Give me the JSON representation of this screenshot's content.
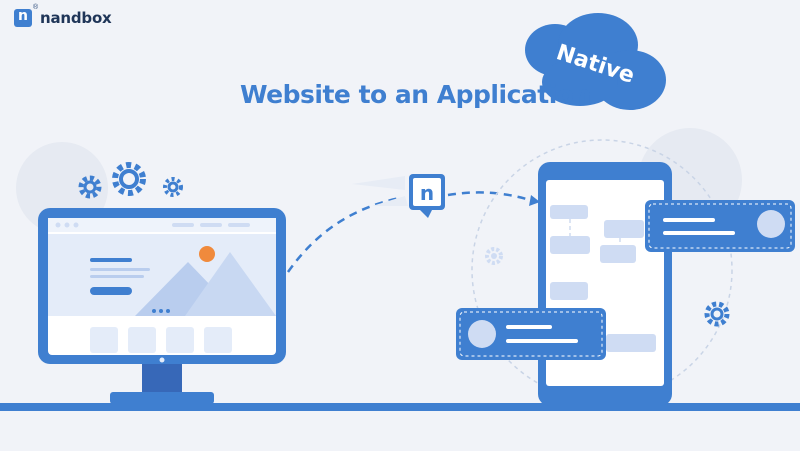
{
  "brand": {
    "mark_letter": "n",
    "name": "nandbox",
    "registered": "®"
  },
  "headline": {
    "main": "Website to an Application",
    "badge": "Native"
  },
  "transfer_badge_letter": "n",
  "colors": {
    "primary": "#3f7fd0",
    "primary_dark": "#3768b8",
    "light_blue": "#cfdcf3",
    "panel": "#e8eef8",
    "accent_orange": "#f08a3c",
    "ground": "#3f7fd0"
  },
  "icons": [
    "gear-icon",
    "chat-bubble-icon",
    "monitor-icon",
    "smartphone-icon",
    "mountain-image-icon",
    "sun-icon"
  ]
}
